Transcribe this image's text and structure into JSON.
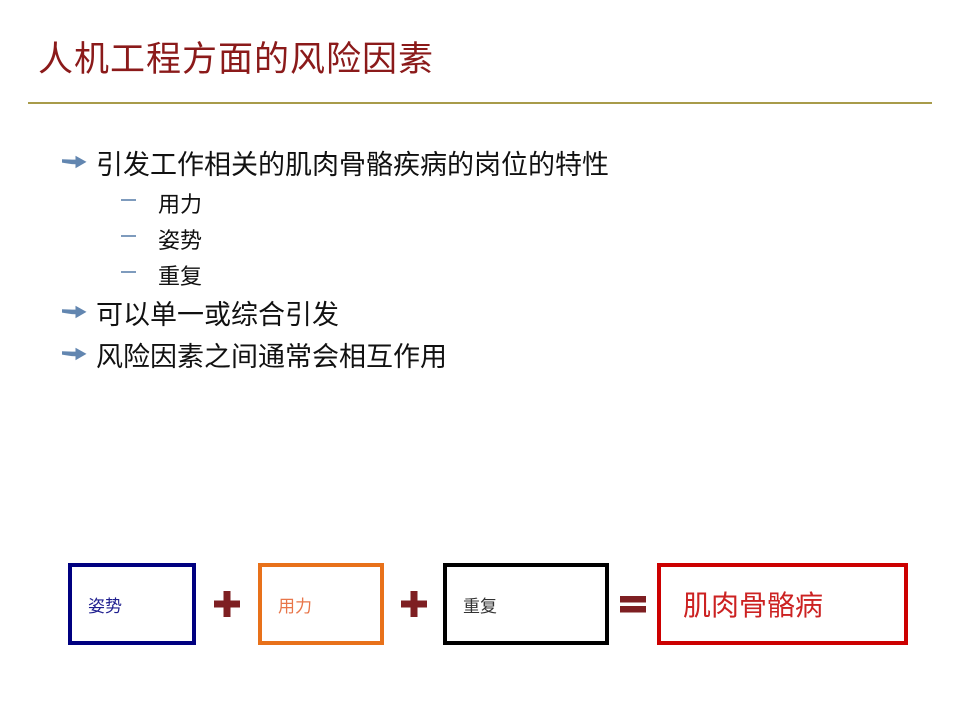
{
  "slide": {
    "title": "人机工程方面的风险因素",
    "title_color": "#8b1a1a",
    "divider_color": "#a89b4a",
    "background_color": "#ffffff"
  },
  "bullets": [
    {
      "level": 1,
      "marker": "arrow-right-bullet",
      "marker_glyph": "➥",
      "marker_color": "#6286b0",
      "text": "引发工作相关的肌肉骨骼疾病的岗位的特性"
    },
    {
      "level": 2,
      "marker": "dash-bullet",
      "marker_glyph": "–",
      "marker_color": "#7e9bbd",
      "text": "用力"
    },
    {
      "level": 2,
      "marker": "dash-bullet",
      "marker_glyph": "–",
      "marker_color": "#7e9bbd",
      "text": "姿势"
    },
    {
      "level": 2,
      "marker": "dash-bullet",
      "marker_glyph": "–",
      "marker_color": "#7e9bbd",
      "text": "重复"
    },
    {
      "level": 1,
      "marker": "arrow-right-bullet",
      "marker_glyph": "➥",
      "marker_color": "#6286b0",
      "text": "可以单一或综合引发"
    },
    {
      "level": 1,
      "marker": "arrow-right-bullet",
      "marker_glyph": "➥",
      "marker_color": "#6286b0",
      "text": "风险因素之间通常会相互作用"
    }
  ],
  "equation": {
    "boxes": {
      "posture": {
        "label": "姿势",
        "border_color": "#000080",
        "text_color": "#1f1f8f"
      },
      "force": {
        "label": "用力",
        "border_color": "#e8711a",
        "text_color": "#e8764a"
      },
      "repetition": {
        "label": "重复",
        "border_color": "#000000",
        "text_color": "#333333"
      },
      "result": {
        "label": "肌肉骨骼病",
        "border_color": "#cc0000",
        "text_color": "#cc2222"
      }
    },
    "operators": {
      "plus_1": "✚",
      "plus_2": "✚",
      "equals": "═",
      "color": "#7e1f22"
    }
  }
}
